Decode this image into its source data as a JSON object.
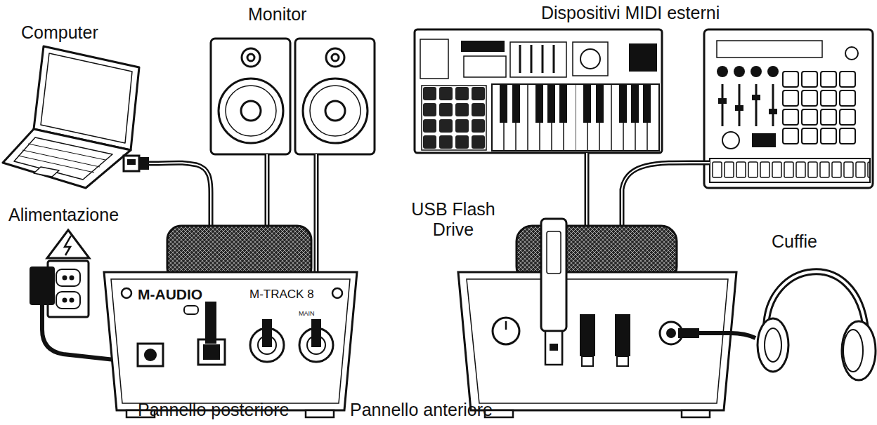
{
  "diagram": {
    "labels": [
      "Computer",
      "Monitor",
      "Dispositivi MIDI esterni",
      "Alimentazione",
      "USB Flash Drive",
      "Cuffie",
      "M-AUDIO",
      "M-TRACK 8",
      "MAIN",
      "Pannello posteriore",
      "Pannello anteriore"
    ]
  }
}
